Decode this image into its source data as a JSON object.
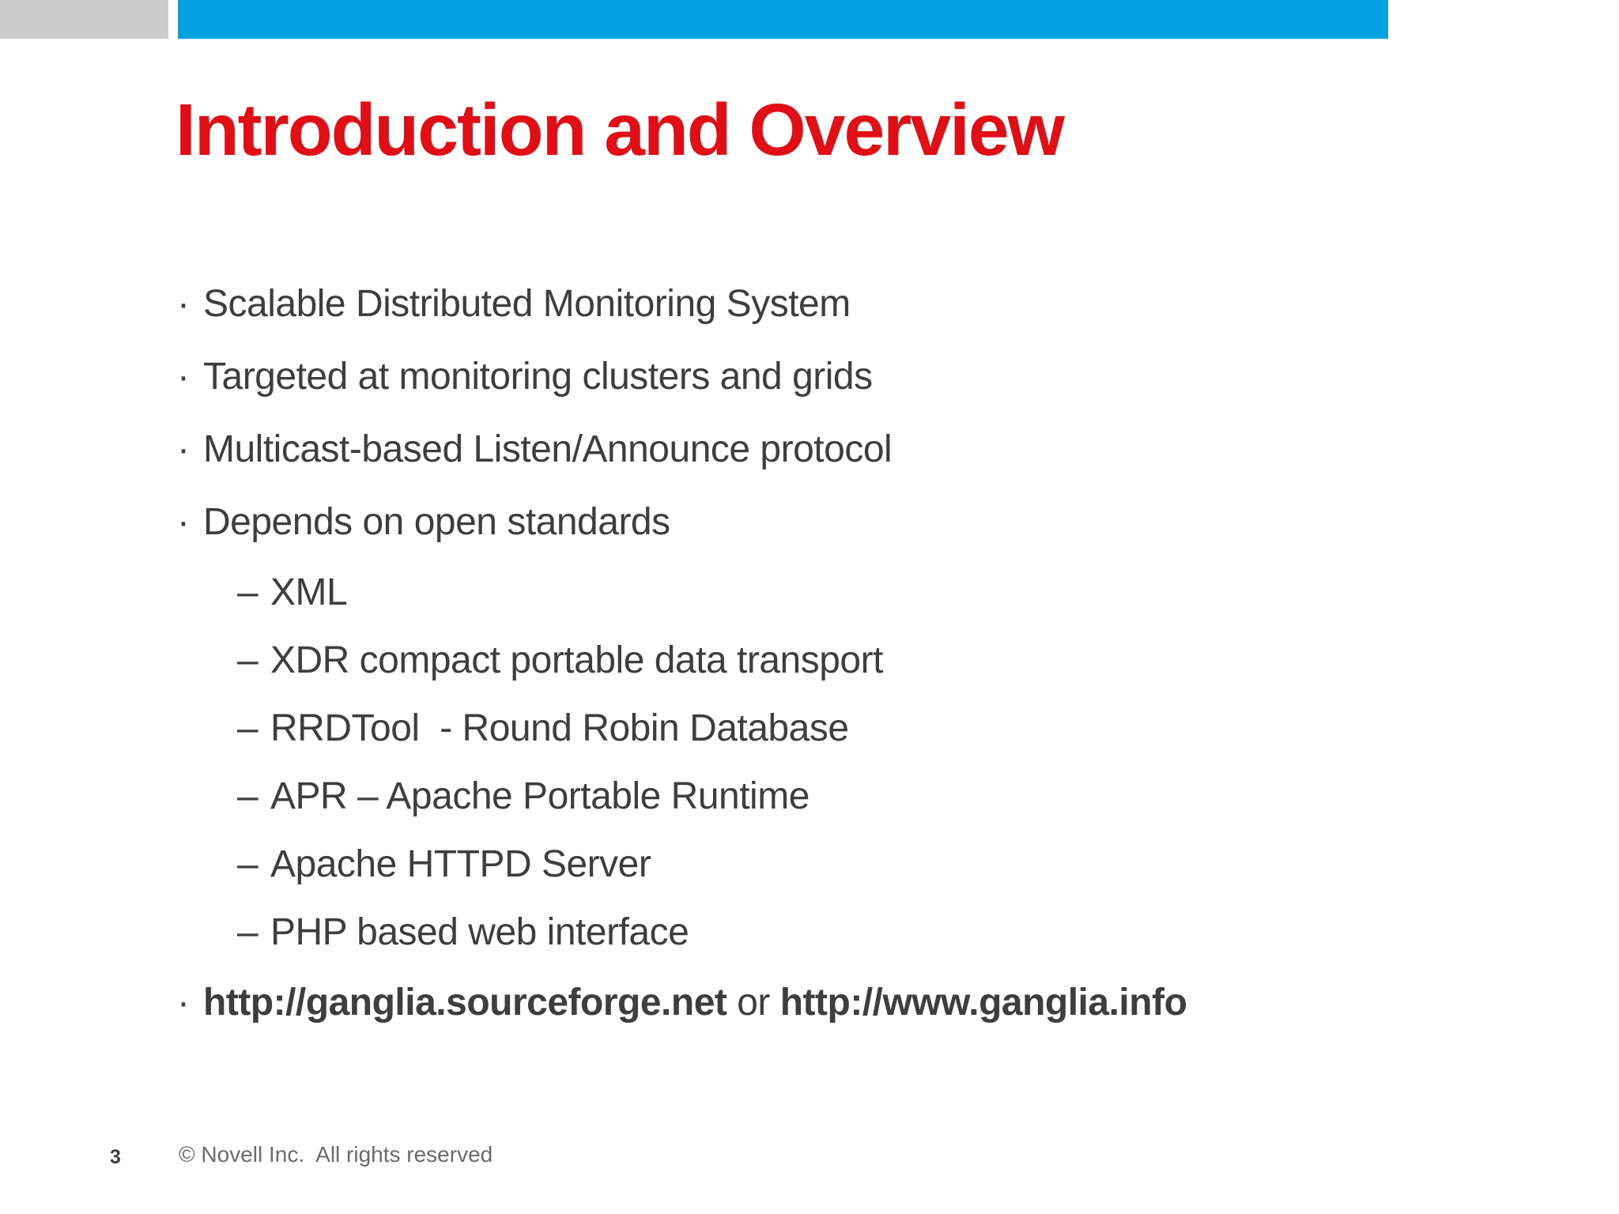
{
  "slide": {
    "title": "Introduction and Overview",
    "markers": {
      "level1": "·",
      "level2": "–"
    },
    "bullets": [
      {
        "level": 1,
        "text": "Scalable Distributed Monitoring System"
      },
      {
        "level": 1,
        "text": "Targeted at monitoring clusters and grids"
      },
      {
        "level": 1,
        "text": "Multicast-based Listen/Announce protocol"
      },
      {
        "level": 1,
        "text": "Depends on open standards"
      },
      {
        "level": 2,
        "text": "XML"
      },
      {
        "level": 2,
        "text": "XDR compact portable data transport"
      },
      {
        "level": 2,
        "text": "RRDTool  - Round Robin Database"
      },
      {
        "level": 2,
        "text": "APR – Apache Portable Runtime"
      },
      {
        "level": 2,
        "text": "Apache HTTPD Server"
      },
      {
        "level": 2,
        "text": "PHP based web interface"
      },
      {
        "level": 1,
        "parts": [
          {
            "text": "http://ganglia.sourceforge.net",
            "bold": true,
            "link": true
          },
          {
            "text": " or ",
            "bold": false,
            "link": false
          },
          {
            "text": "http://www.ganglia.info",
            "bold": true,
            "link": true
          }
        ]
      }
    ],
    "footer": {
      "page_number": "3",
      "copyright": "© Novell Inc.  All rights reserved"
    },
    "colors": {
      "accent_blue": "#00A2E4",
      "accent_gray": "#CCCCCC",
      "title_red": "#E10E15",
      "body_text": "#3E3E3E",
      "footer_text": "#6B6B6B",
      "pagenum_text": "#3F3F3F"
    }
  }
}
